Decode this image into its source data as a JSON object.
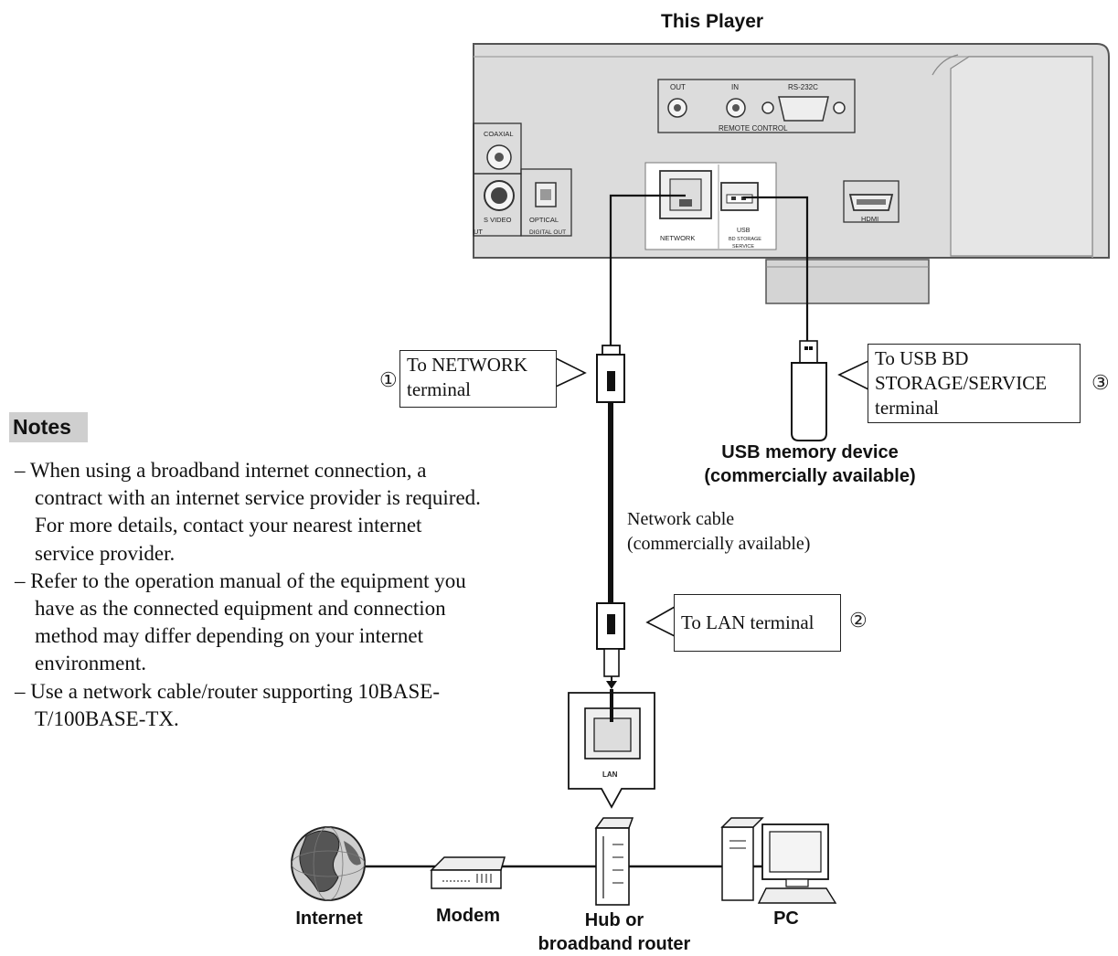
{
  "title": "This Player",
  "panel": {
    "out": "OUT",
    "in": "IN",
    "rs232c": "RS-232C",
    "remote_control": "REMOTE CONTROL",
    "coaxial": "COAXIAL",
    "s_video": "S VIDEO",
    "optical": "OPTICAL",
    "digital_out": "DIGITAL OUT",
    "out_partial": "UT",
    "network": "NETWORK",
    "usb": "USB",
    "bd_storage": "BD STORAGE",
    "service": "SERVICE",
    "hdmi": "HDMI",
    "lan": "LAN"
  },
  "callouts": {
    "network": {
      "number": "①",
      "line1": "To NETWORK",
      "line2": "terminal"
    },
    "lan": {
      "number": "②",
      "text": "To LAN terminal"
    },
    "usb": {
      "number": "③",
      "line1": "To USB BD",
      "line2": "STORAGE/SERVICE",
      "line3": "terminal"
    }
  },
  "usb_device": {
    "line1": "USB memory device",
    "line2": "(commercially available)"
  },
  "network_cable": {
    "line1": "Network cable",
    "line2": "(commercially available)"
  },
  "notes": {
    "heading": "Notes",
    "items": [
      "– When using a broadband internet connection, a contract with an internet service provider is required. For more details, contact your nearest internet service provider.",
      "– Refer to the operation manual of the equipment you have as the connected equipment and connection method may differ depending on your internet environment.",
      "– Use a network cable/router supporting 10BASE-T/100BASE-TX."
    ]
  },
  "devices": {
    "internet": "Internet",
    "modem": "Modem",
    "hub_line1": "Hub or",
    "hub_line2": "broadband router",
    "pc": "PC"
  }
}
